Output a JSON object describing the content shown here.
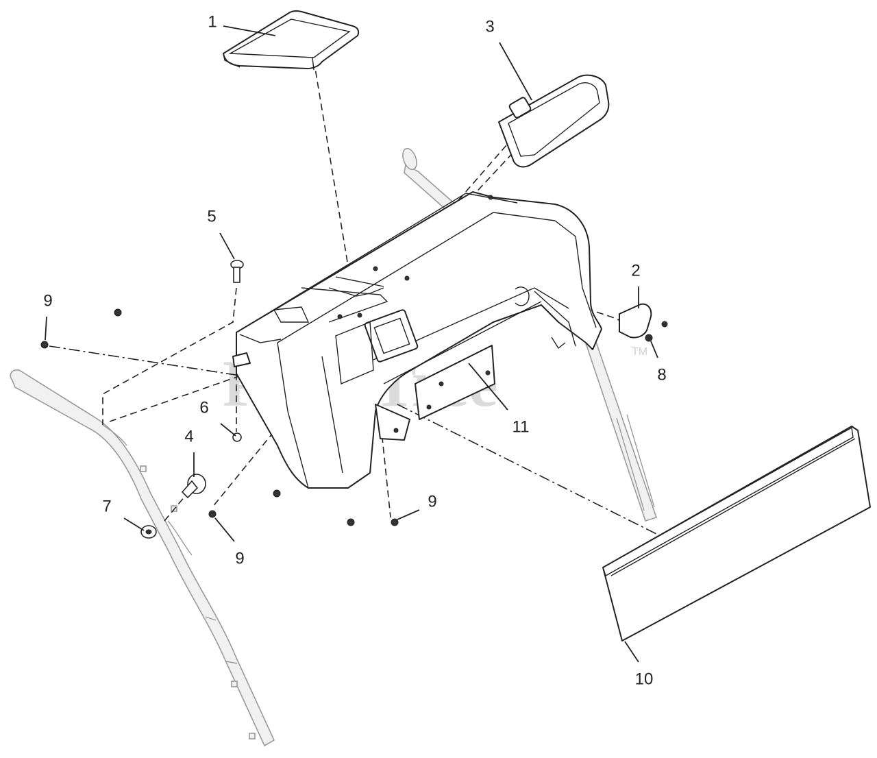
{
  "watermark": {
    "text": "PartsTree",
    "tm": "TM"
  },
  "callouts": [
    {
      "id": "c1",
      "label": "1"
    },
    {
      "id": "c2",
      "label": "2"
    },
    {
      "id": "c3",
      "label": "3"
    },
    {
      "id": "c4",
      "label": "4"
    },
    {
      "id": "c5",
      "label": "5"
    },
    {
      "id": "c6",
      "label": "6"
    },
    {
      "id": "c7",
      "label": "7"
    },
    {
      "id": "c8",
      "label": "8"
    },
    {
      "id": "c9a",
      "label": "9"
    },
    {
      "id": "c9b",
      "label": "9"
    },
    {
      "id": "c9c",
      "label": "9"
    },
    {
      "id": "c10",
      "label": "10"
    },
    {
      "id": "c11",
      "label": "11"
    }
  ]
}
